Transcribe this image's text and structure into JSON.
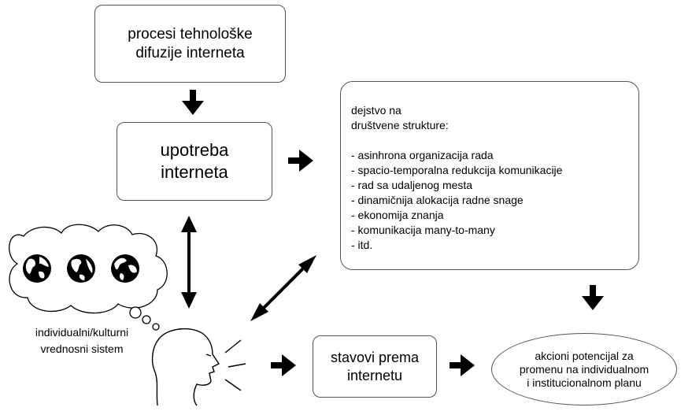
{
  "boxes": {
    "procesi": [
      "procesi tehnološke",
      "difuzije interneta"
    ],
    "upotreba": [
      "upotreba",
      "interneta"
    ],
    "dejstvo_heading": [
      "dejstvo na",
      "društvene strukture:"
    ],
    "dejstvo_items": [
      "- asinhrona organizacija rada",
      "- spacio-temporalna redukcija komunikacije",
      "- rad sa udaljenog mesta",
      "- dinamičnija alokacija radne snage",
      "- ekonomija znanja",
      "- komunikacija many-to-many",
      "- itd."
    ],
    "stavovi": [
      "stavovi prema",
      "internetu"
    ],
    "akcioni": [
      "akcioni potencijal za",
      "promenu na individualnom",
      "i institucionalnom planu"
    ]
  },
  "value_system": [
    "individualni/kulturni",
    "vrednosni sistem"
  ],
  "colors": {
    "line": "#000000",
    "box_border": "#555555"
  },
  "icons": [
    "globe-icon",
    "globe-icon",
    "globe-icon",
    "head-speaking-icon",
    "thought-cloud-icon"
  ]
}
